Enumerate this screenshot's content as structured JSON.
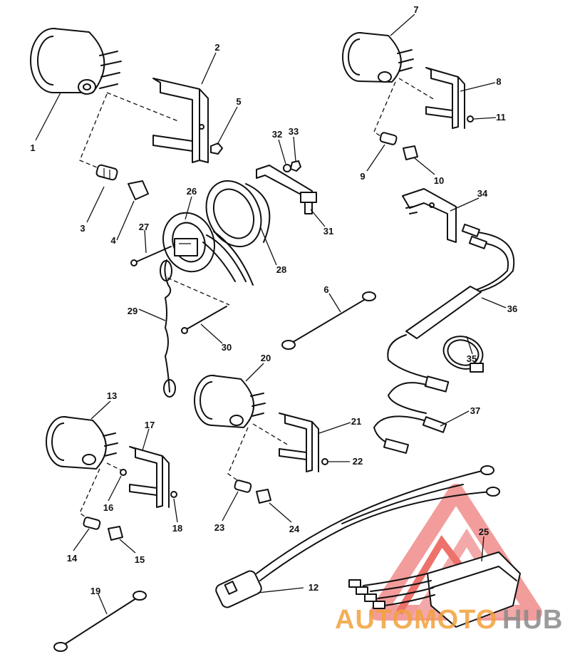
{
  "callouts": [
    "1",
    "2",
    "3",
    "4",
    "5",
    "6",
    "7",
    "8",
    "9",
    "10",
    "11",
    "12",
    "13",
    "14",
    "15",
    "16",
    "17",
    "18",
    "19",
    "20",
    "21",
    "22",
    "23",
    "24",
    "25",
    "26",
    "27",
    "28",
    "29",
    "30",
    "31",
    "32",
    "33",
    "34",
    "35",
    "36",
    "37"
  ],
  "watermark": {
    "part1": "AUTOMOTO",
    "part2": "HUB",
    "color_orange": "#f2a23c",
    "color_red": "#e8433a",
    "color_grey": "#8a8a8a"
  }
}
